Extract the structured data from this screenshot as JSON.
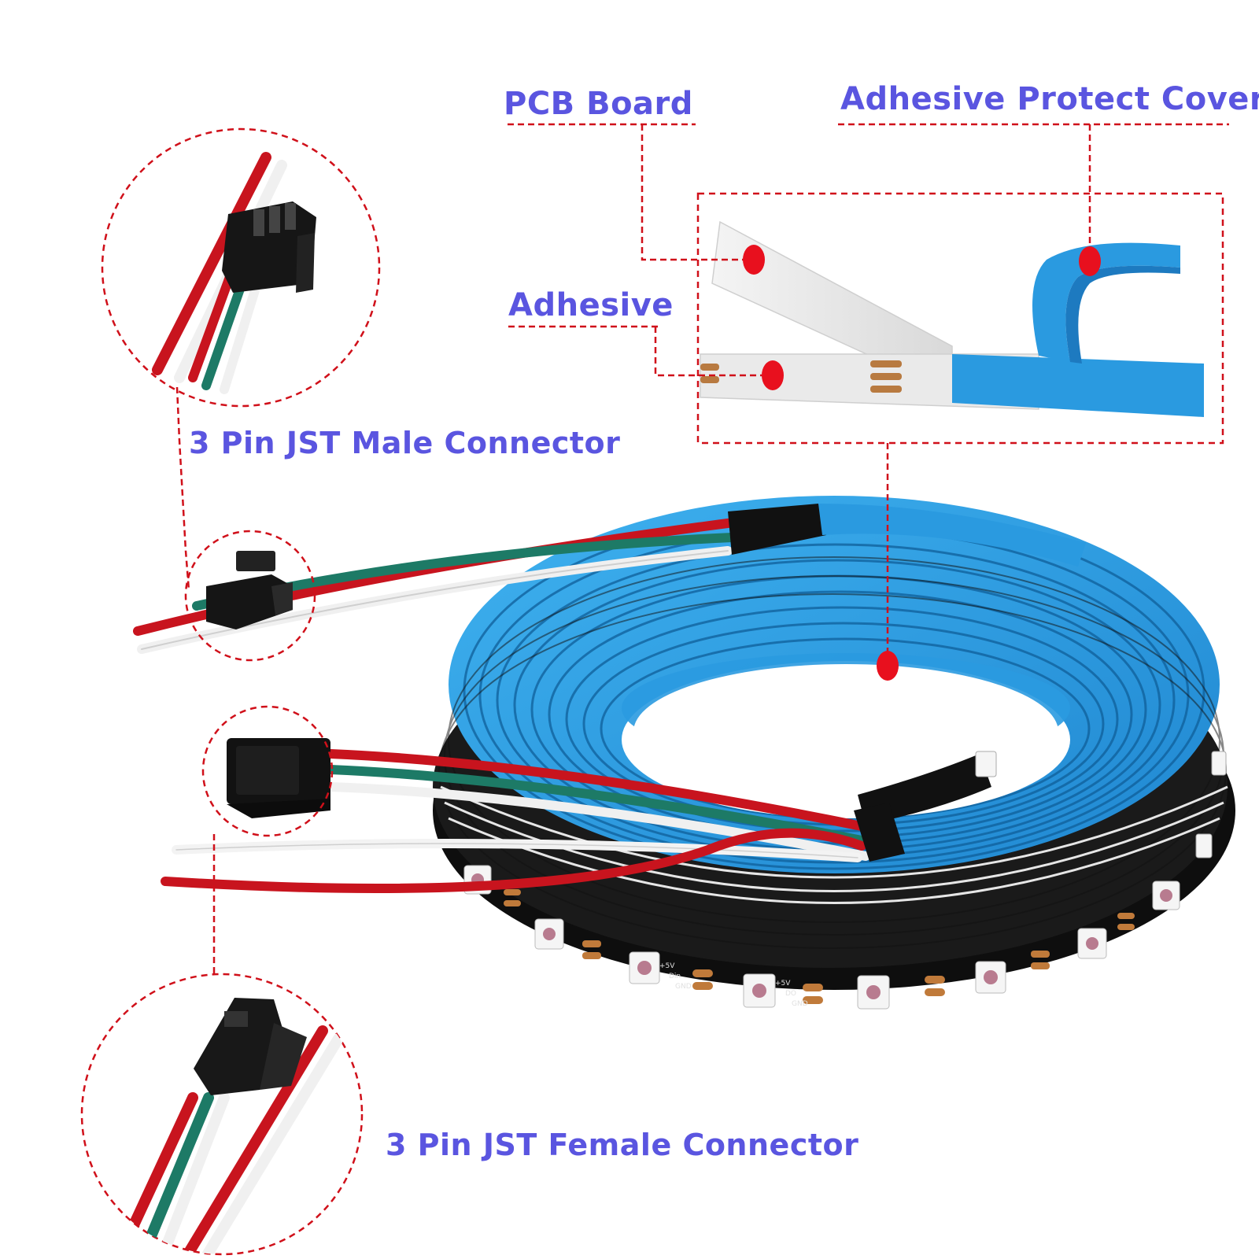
{
  "labels": {
    "pcb_board": "PCB Board",
    "adhesive_protect_cover": "Adhesive Protect Cover",
    "adhesive": "Adhesive",
    "male_connector": "3 Pin JST Male Connector",
    "female_connector": "3 Pin JST Female Connector"
  },
  "strip_markings": {
    "pad_in": [
      "+5V",
      "Din",
      "GND"
    ],
    "pad_out": [
      "+5V",
      "DO",
      "GND"
    ]
  },
  "colors": {
    "label_text": "#5a55e0",
    "leader_line": "#d0101a",
    "marker_dot": "#e8101e",
    "adhesive_cover": "#2a9ae0",
    "pcb_black": "#111111",
    "wire_red": "#c8141e",
    "wire_green": "#1d7a66",
    "wire_white": "#f2f2f2"
  },
  "icons": [
    "jst-male-connector-icon",
    "jst-female-connector-icon",
    "led-strip-reel-icon"
  ]
}
